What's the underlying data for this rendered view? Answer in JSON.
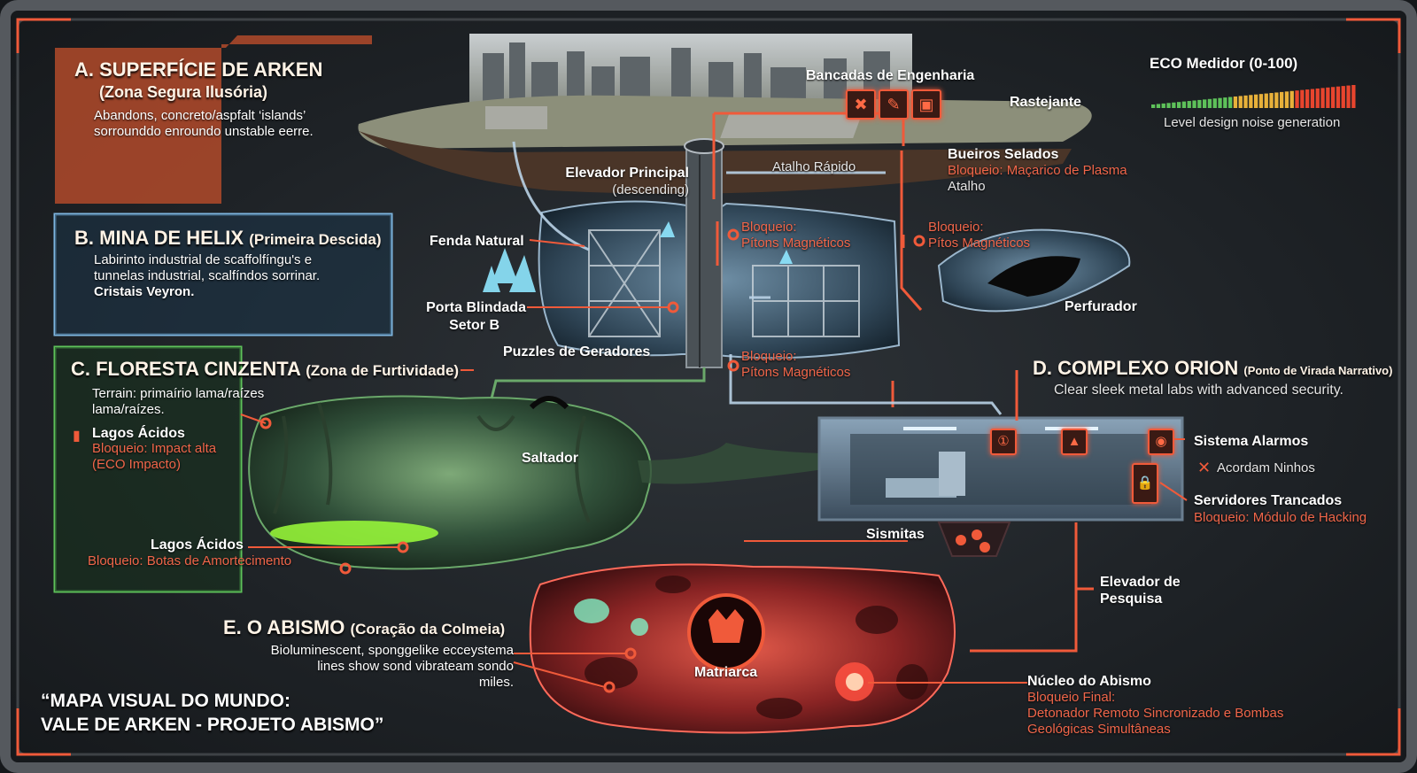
{
  "zones": {
    "a": {
      "title": "A. SUPERFÍCIE DE ARKEN",
      "subtitle": "(Zona Segura Ilusória)",
      "desc1": "Abandons, concreto/aspfalt ‘islands’",
      "desc2": "sorrounddo enroundo unstable eerre."
    },
    "b": {
      "title": "B. MINA DE HELIX",
      "subtitle": "(Primeira Descida)",
      "desc1": "Labirinto industrial de scaffolfíngu's e",
      "desc2": "tunnelas industrial, scalfíndos sorrinar.",
      "desc3": "Cristais Veyron."
    },
    "c": {
      "title": "C. FLORESTA CINZENTA",
      "subtitle": "(Zona de Furtividade)",
      "desc1": "Terrain: primaírio lama/raízes",
      "desc2": "lama/raízes."
    },
    "d": {
      "title": "D. COMPLEXO ORION",
      "subtitle": "(Ponto de Virada Narrativo)",
      "desc": "Clear sleek metal labs with advanced security."
    },
    "e": {
      "title": "E. O ABISMO",
      "subtitle": "(Coração da Colmeia)",
      "desc1": "Bioluminescent, sponggelike ecceystema",
      "desc2": "lines show sond vibrateam sondo",
      "desc3": "miles."
    }
  },
  "eco": {
    "title": "ECO Medidor (0-100)",
    "caption": "Level design noise generation",
    "level_fraction": 1.0
  },
  "labels": {
    "bancadas": "Bancadas de Engenharia",
    "rastejante": "Rastejante",
    "bueiros": "Bueiros Selados",
    "bueiros_lock": "Bloqueio: Maçarico de Plasma",
    "bueiros_extra": "Atalho",
    "elevador_principal": "Elevador Principal",
    "elevador_sub": "(descending)",
    "atalho_rapido": "Atalho Rápido",
    "fenda": "Fenda Natural",
    "bloqueio": "Bloqueio:",
    "pitons_mag": "Pítons Magnéticos",
    "pitos_mag": "Pítos Magnéticos",
    "porta1": "Porta Blindada",
    "porta2": "Setor B",
    "puzzles": "Puzzles de Geradores",
    "perfurador": "Perfurador",
    "lagos1": "Lagos Ácidos",
    "lagos1_lock1": "Bloqueio: Impact alta",
    "lagos1_lock2": "(ECO Impacto)",
    "saltador": "Saltador",
    "lagos2": "Lagos Ácidos",
    "lagos2_lock": "Bloqueio: Botas de Amortecimento",
    "sistema": "Sistema Alarmos",
    "acordam": "Acordam Ninhos",
    "servidores": "Servidores Trancados",
    "servidores_lock": "Bloqueio: Módulo de Hacking",
    "sismitas": "Sismitas",
    "elevador_pesq1": "Elevador de",
    "elevador_pesq2": "Pesquisa",
    "matriarca": "Matriarca",
    "nucleo": "Núcleo do Abismo",
    "nucleo_lock1": "Bloqueio Final:",
    "nucleo_lock2": "Detonador Remoto Sincronizado e Bombas",
    "nucleo_lock3": "Geológicas Simultâneas"
  },
  "footer": {
    "line1": "“MAPA VISUAL DO MUNDO:",
    "line2": "VALE DE ARKEN - PROJETO ABISMO”"
  },
  "icons": {
    "bench": [
      "tools-cross-icon",
      "wrench-icon",
      "toolbox-icon"
    ],
    "lab": [
      "alarm-panel-icon",
      "warning-light-icon",
      "alarm-signal-icon",
      "lock-icon"
    ]
  },
  "colors": {
    "accent": "#f05a3a",
    "zone_a": "#c8502c",
    "zone_b": "#7eb6e0",
    "zone_c": "#5ec25a",
    "acid": "#9cff3a",
    "abyss": "#d2393a"
  }
}
